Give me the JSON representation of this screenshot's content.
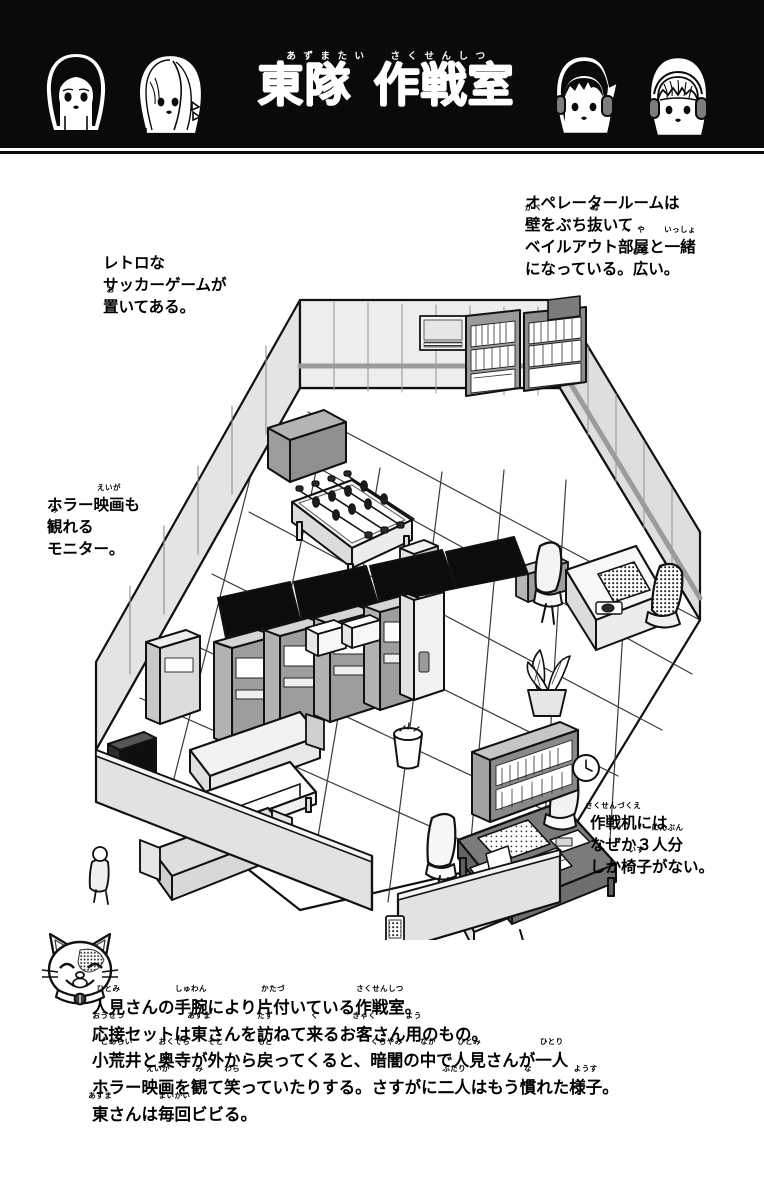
{
  "header": {
    "title_parts": [
      {
        "text": "東隊",
        "furigana": [
          "あ",
          "ず",
          "ま",
          "た",
          "い"
        ]
      },
      {
        "text": "作戦室",
        "furigana": [
          "さ",
          "く",
          "せ",
          "ん",
          "し",
          "つ"
        ]
      }
    ],
    "title_full": "東隊 作戦室",
    "title_reading": "あずまたい さくせんしつ",
    "background_color": "#0a0a0a",
    "characters": [
      {
        "name": "dark-bob-girl",
        "hair": "dark",
        "headphones": false
      },
      {
        "name": "blonde-girl",
        "hair": "light",
        "headphones": false
      },
      {
        "name": "dark-hair-operator",
        "hair": "dark",
        "headphones": true
      },
      {
        "name": "light-hair-operator",
        "hair": "light",
        "headphones": true
      }
    ]
  },
  "annotations": [
    {
      "id": "operator-room",
      "lines": [
        [
          {
            "t": "オペレータールームは"
          }
        ],
        [
          {
            "t": "壁",
            "f": "かべ"
          },
          {
            "t": "をぶち"
          },
          {
            "t": "抜",
            "f": "ぬ"
          },
          {
            "t": "いて"
          }
        ],
        [
          {
            "t": "ベイルアウト"
          },
          {
            "t": "部",
            "f": "へ"
          },
          {
            "t": "屋",
            "f": "や"
          },
          {
            "t": "と"
          },
          {
            "t": "一",
            "f": "いっ"
          },
          {
            "t": "緒",
            "f": "しょ"
          }
        ],
        [
          {
            "t": "になっている。"
          },
          {
            "t": "広",
            "f": "ひろ"
          },
          {
            "t": "い。"
          }
        ]
      ],
      "plain": "オペレータールームは壁をぶち抜いてベイルアウト部屋と一緒になっている。広い。"
    },
    {
      "id": "retro-soccer-game",
      "lines": [
        [
          {
            "t": "レトロな"
          }
        ],
        [
          {
            "t": "サッカーゲームが"
          }
        ],
        [
          {
            "t": "置",
            "f": "お"
          },
          {
            "t": "いてある。"
          }
        ]
      ],
      "plain": "レトロなサッカーゲームが置いてある。"
    },
    {
      "id": "horror-movie-monitor",
      "lines": [
        [
          {
            "t": "ホラー"
          },
          {
            "t": "映",
            "f": "えい"
          },
          {
            "t": "画",
            "f": "が"
          },
          {
            "t": "も"
          }
        ],
        [
          {
            "t": "観",
            "f": "み"
          },
          {
            "t": "れる"
          }
        ],
        [
          {
            "t": "モニター。"
          }
        ]
      ],
      "plain": "ホラー映画も観れるモニター。"
    },
    {
      "id": "strategy-desk-chairs",
      "lines": [
        [
          {
            "t": "作",
            "f": "さく"
          },
          {
            "t": "戦",
            "f": "せん"
          },
          {
            "t": "机",
            "f": "づくえ"
          },
          {
            "t": "には"
          }
        ],
        [
          {
            "t": "なぜか３"
          },
          {
            "t": "人",
            "f": "にん"
          },
          {
            "t": "分",
            "f": "ぶん"
          }
        ],
        [
          {
            "t": "しか"
          },
          {
            "t": "椅",
            "f": "い"
          },
          {
            "t": "子",
            "f": "す"
          },
          {
            "t": "がない。"
          }
        ]
      ],
      "plain": "作戦机にはなぜか３人分しか椅子がない。"
    }
  ],
  "caption": {
    "mascot": "cat-face-mascot",
    "lines": [
      [
        {
          "t": "人",
          "f": "ひと"
        },
        {
          "t": "見",
          "f": "み"
        },
        {
          "t": "さんの"
        },
        {
          "t": "手",
          "f": "しゅ"
        },
        {
          "t": "腕",
          "f": "わん"
        },
        {
          "t": "により"
        },
        {
          "t": "片",
          "f": "かた"
        },
        {
          "t": "付",
          "f": "づ"
        },
        {
          "t": "いている"
        },
        {
          "t": "作",
          "f": "さく"
        },
        {
          "t": "戦",
          "f": "せん"
        },
        {
          "t": "室",
          "f": "しつ"
        },
        {
          "t": "。"
        }
      ],
      [
        {
          "t": "応",
          "f": "おう"
        },
        {
          "t": "接",
          "f": "せつ"
        },
        {
          "t": "セットは"
        },
        {
          "t": "東",
          "f": "あずま"
        },
        {
          "t": "さんを"
        },
        {
          "t": "訪",
          "f": "たず"
        },
        {
          "t": "ねて"
        },
        {
          "t": "来",
          "f": "く"
        },
        {
          "t": "るお"
        },
        {
          "t": "客",
          "f": "きゃく"
        },
        {
          "t": "さん"
        },
        {
          "t": "用",
          "f": "よう"
        },
        {
          "t": "のもの。"
        }
      ],
      [
        {
          "t": "小",
          "f": "こ"
        },
        {
          "t": "荒",
          "f": "あら"
        },
        {
          "t": "井",
          "f": "い"
        },
        {
          "t": "と"
        },
        {
          "t": "奥",
          "f": "おく"
        },
        {
          "t": "寺",
          "f": "でら"
        },
        {
          "t": "が"
        },
        {
          "t": "外",
          "f": "そと"
        },
        {
          "t": "から"
        },
        {
          "t": "戻",
          "f": "もど"
        },
        {
          "t": "ってくると、"
        },
        {
          "t": "暗",
          "f": "くら"
        },
        {
          "t": "闇",
          "f": "やみ"
        },
        {
          "t": "の"
        },
        {
          "t": "中",
          "f": "なか"
        },
        {
          "t": "で"
        },
        {
          "t": "人",
          "f": "ひと"
        },
        {
          "t": "見",
          "f": "み"
        },
        {
          "t": "さんが"
        },
        {
          "t": "一人",
          "f": "ひとり"
        }
      ],
      [
        {
          "t": "ホラー"
        },
        {
          "t": "映",
          "f": "えい"
        },
        {
          "t": "画",
          "f": "が"
        },
        {
          "t": "を"
        },
        {
          "t": "観",
          "f": "み"
        },
        {
          "t": "て"
        },
        {
          "t": "笑",
          "f": "わら"
        },
        {
          "t": "っていたりする。さすがに"
        },
        {
          "t": "二人",
          "f": "ふたり"
        },
        {
          "t": "はもう"
        },
        {
          "t": "慣",
          "f": "な"
        },
        {
          "t": "れた"
        },
        {
          "t": "様",
          "f": "よう"
        },
        {
          "t": "子",
          "f": "す"
        },
        {
          "t": "。"
        }
      ],
      [
        {
          "t": "東",
          "f": "あずま"
        },
        {
          "t": "さんは"
        },
        {
          "t": "毎",
          "f": "まい"
        },
        {
          "t": "回",
          "f": "かい"
        },
        {
          "t": "ビビる。"
        }
      ]
    ],
    "plain": [
      "人見さんの手腕により片付いている作戦室。",
      "応接セットは東さんを訪ねて来るお客さん用のもの。",
      "小荒井と奥寺が外から戻ってくると、暗闇の中で人見さんが一人",
      "ホラー映画を観て笑っていたりする。さすがに二人はもう慣れた様子。",
      "東さんは毎回ビビる。"
    ]
  },
  "room": {
    "view": "isometric-cutaway",
    "label": "operations-room-floorplan",
    "furniture": [
      "foosball-table",
      "wall-shelves",
      "server-racks",
      "wall-monitors",
      "reception-sofa-set",
      "coffee-table",
      "operator-console",
      "operator-chair",
      "strategy-desk",
      "desk-chairs",
      "potted-plant",
      "trash-bin",
      "wall-keypad",
      "floor-tiles"
    ],
    "palette": {
      "outline": "#111111",
      "floor": "#ffffff",
      "floor_line": "#2a2a2a",
      "wall_light": "#e8e8e8",
      "wall_mid": "#d2d2d2",
      "wall_dark": "#b9b9b9",
      "screen_black": "#0c0c0c",
      "shelf_gray": "#8c8c8c",
      "desk_gray": "#6f6f6f"
    }
  }
}
